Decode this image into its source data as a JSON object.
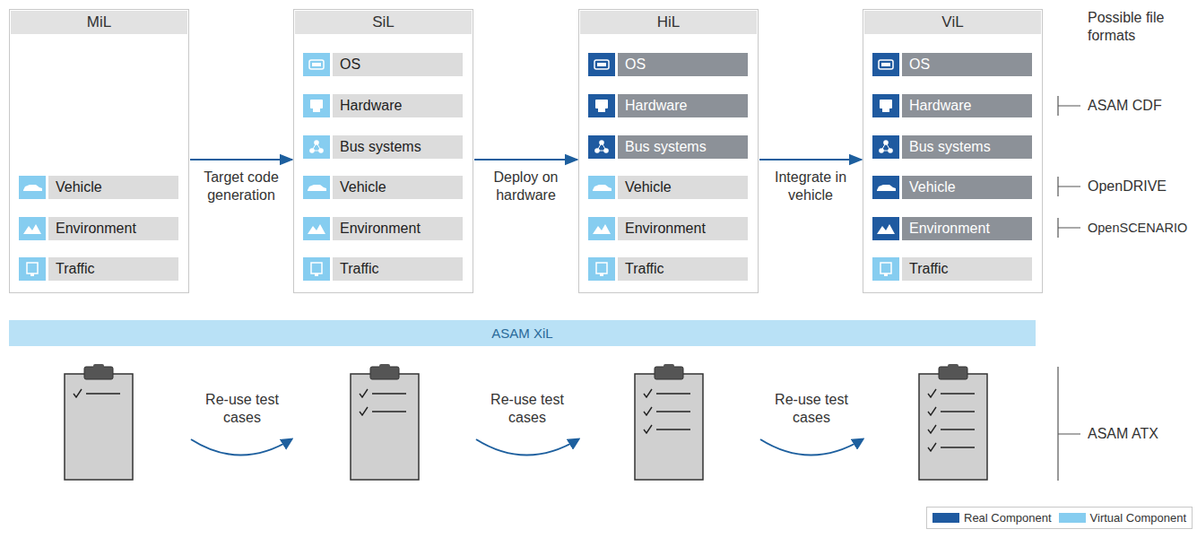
{
  "diagram": {
    "nodes": [
      {
        "text": [
          "MiL"
        ]
      },
      {
        "text": [
          "Vehicle"
        ],
        "in": 0
      },
      {
        "text": [
          "Environment"
        ],
        "in": 0
      },
      {
        "text": [
          "Traffic"
        ],
        "in": 0
      },
      {
        "text": [
          "SiL"
        ]
      },
      {
        "text": [
          "OS"
        ],
        "in": 4
      },
      {
        "text": [
          "Hardware"
        ],
        "in": 4
      },
      {
        "text": [
          "Bus systems"
        ],
        "in": 4
      },
      {
        "text": [
          "Vehicle"
        ],
        "in": 4
      },
      {
        "text": [
          "Environment"
        ],
        "in": 4
      },
      {
        "text": [
          "Traffic"
        ],
        "in": 4
      },
      {
        "text": [
          "HiL"
        ]
      },
      {
        "text": [
          "OS"
        ],
        "in": 11
      },
      {
        "text": [
          "Hardware"
        ],
        "in": 11
      },
      {
        "text": [
          "Bus systems"
        ],
        "in": 11
      },
      {
        "text": [
          "Vehicle"
        ],
        "in": 11
      },
      {
        "text": [
          "Environment"
        ],
        "in": 11
      },
      {
        "text": [
          "Traffic"
        ],
        "in": 11
      },
      {
        "text": [
          "ViL"
        ]
      },
      {
        "text": [
          "OS"
        ],
        "in": 18
      },
      {
        "text": [
          "Hardware"
        ],
        "in": 18
      },
      {
        "text": [
          "Bus systems"
        ],
        "in": 18
      },
      {
        "text": [
          "Vehicle"
        ],
        "in": 18
      },
      {
        "text": [
          "Environment"
        ],
        "in": 18
      },
      {
        "text": [
          "Traffic"
        ],
        "in": 18
      },
      {
        "text": [
          "ASAM XiL"
        ]
      }
    ],
    "edges": [
      {
        "from": 0,
        "to": 4,
        "label": "Target code generation",
        "arrow": "to"
      },
      {
        "from": 4,
        "to": 11,
        "label": "Deploy on hardware",
        "arrow": "to"
      },
      {
        "from": 11,
        "to": 18,
        "label": "Integrate in vehicle",
        "arrow": "to"
      }
    ],
    "labels": [
      "Possible file formats",
      "ASAM CDF",
      "OpenDRIVE",
      "OpenSCENARIO",
      "Re-use test cases",
      "Re-use test cases",
      "Re-use test cases",
      "ASAM ATX"
    ],
    "legend": [
      {
        "text": "Real Component",
        "color": "#1f5aa0"
      },
      {
        "text": "Virtual Component",
        "color": "#86cdf0"
      }
    ]
  }
}
